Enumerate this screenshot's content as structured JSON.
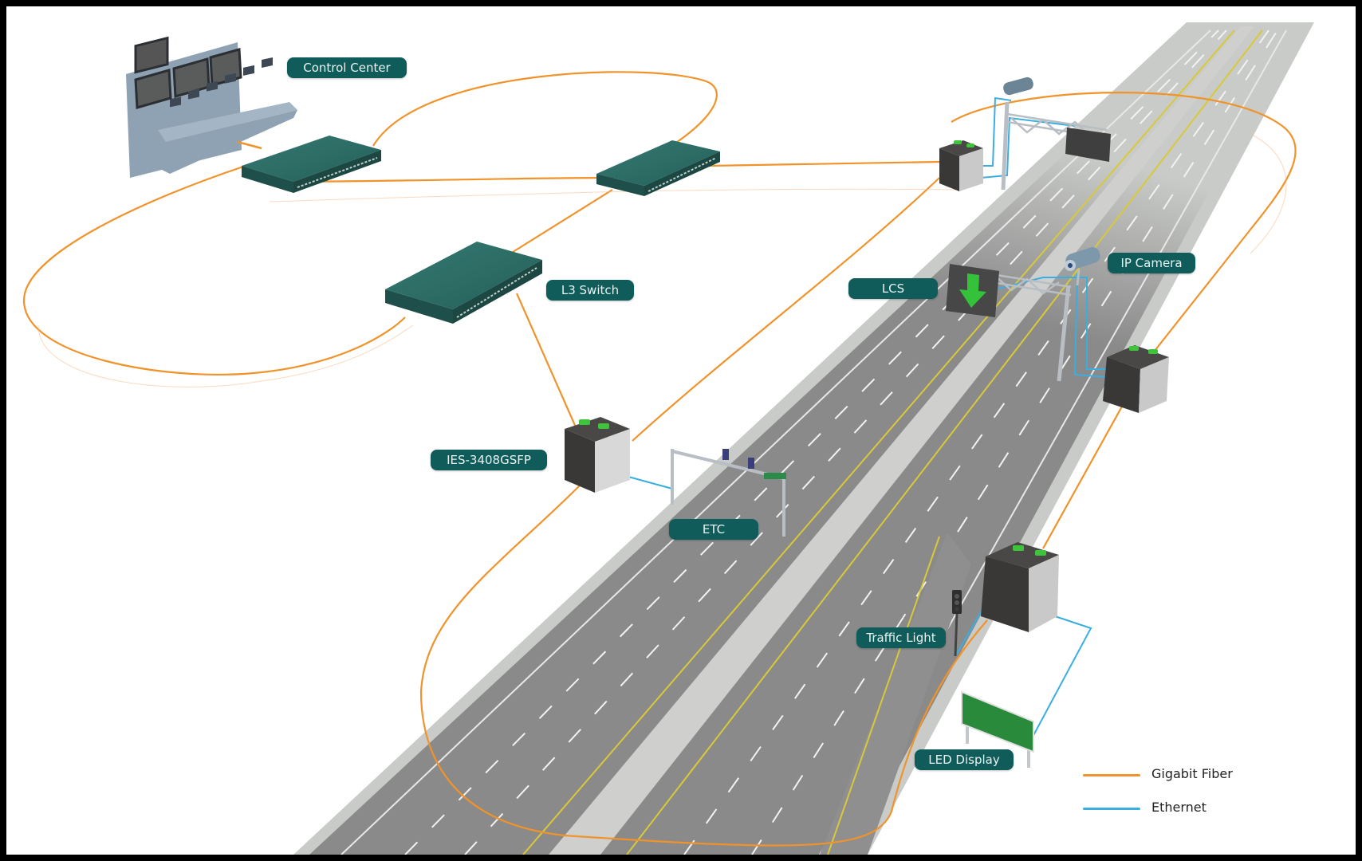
{
  "diagram": {
    "title": "Intelligent Highway Network Topology",
    "colors": {
      "fiber": "#f0932b",
      "ethernet": "#3aaee0",
      "label_bg": "#0f5c5a",
      "label_text": "#e9f3f2",
      "road": "#8a8a8a",
      "switch_body": "#2e6b64",
      "industrial_switch": "#3a3737",
      "led_display": "#2a8a3c",
      "lcs_arrow": "#34c23a"
    },
    "labels": {
      "control_center": "Control Center",
      "l3_switch": "L3 Switch",
      "ies": "IES-3408GSFP",
      "etc": "ETC",
      "lcs": "LCS",
      "ip_camera": "IP Camera",
      "traffic_light": "Traffic Light",
      "led_display": "LED Display"
    },
    "nodes": [
      {
        "id": "control-center",
        "type": "control console",
        "label": "Control Center"
      },
      {
        "id": "core-switch-1",
        "type": "rack switch"
      },
      {
        "id": "core-switch-2",
        "type": "rack switch"
      },
      {
        "id": "l3-switch",
        "type": "rack switch",
        "label": "L3 Switch"
      },
      {
        "id": "ies-etc",
        "type": "industrial switch",
        "label": "IES-3408GSFP"
      },
      {
        "id": "ies-gantry",
        "type": "industrial switch"
      },
      {
        "id": "ies-camera",
        "type": "industrial switch"
      },
      {
        "id": "ies-roadside",
        "type": "industrial switch"
      },
      {
        "id": "etc-gantry",
        "type": "toll gantry",
        "label": "ETC"
      },
      {
        "id": "lcs-sign",
        "type": "lane control sign",
        "label": "LCS"
      },
      {
        "id": "ip-camera",
        "type": "camera",
        "label": "IP Camera"
      },
      {
        "id": "traffic-light",
        "type": "signal",
        "label": "Traffic Light"
      },
      {
        "id": "led-display",
        "type": "sign",
        "label": "LED Display"
      }
    ],
    "links": [
      {
        "from": "control-center",
        "to": "core-switch-1",
        "medium": "Gigabit Fiber"
      },
      {
        "from": "core-switch-1",
        "to": "core-switch-2",
        "medium": "Gigabit Fiber"
      },
      {
        "from": "core-switch-1",
        "to": "l3-switch",
        "medium": "Gigabit Fiber"
      },
      {
        "from": "core-switch-2",
        "to": "l3-switch",
        "medium": "Gigabit Fiber"
      },
      {
        "from": "l3-switch",
        "to": "ies-etc",
        "medium": "Gigabit Fiber"
      },
      {
        "from": "core-switch-2",
        "to": "ies-gantry",
        "medium": "Gigabit Fiber"
      },
      {
        "from": "ies-etc",
        "to": "ies-gantry",
        "medium": "Gigabit Fiber"
      },
      {
        "from": "ies-gantry",
        "to": "ies-camera",
        "medium": "Gigabit Fiber"
      },
      {
        "from": "ies-camera",
        "to": "ies-roadside",
        "medium": "Gigabit Fiber"
      },
      {
        "from": "ies-roadside",
        "to": "ies-etc",
        "medium": "Gigabit Fiber"
      },
      {
        "from": "ies-etc",
        "to": "etc-gantry",
        "medium": "Ethernet"
      },
      {
        "from": "ies-gantry",
        "to": "ip-camera",
        "medium": "Ethernet"
      },
      {
        "from": "ies-camera",
        "to": "lcs-sign",
        "medium": "Ethernet"
      },
      {
        "from": "ies-roadside",
        "to": "traffic-light",
        "medium": "Ethernet"
      },
      {
        "from": "ies-roadside",
        "to": "led-display",
        "medium": "Ethernet"
      }
    ]
  },
  "legend": {
    "items": [
      {
        "label": "Gigabit Fiber",
        "color": "#f0932b"
      },
      {
        "label": "Ethernet",
        "color": "#3aaee0"
      }
    ]
  }
}
